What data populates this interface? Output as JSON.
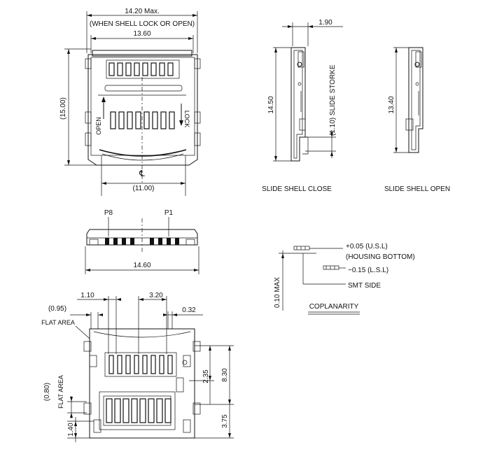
{
  "top_view": {
    "dim_max_width": "14.20 Max.",
    "dim_max_width_note": "(WHEN SHELL LOCK OR OPEN)",
    "dim_body_width": "13.60",
    "dim_height": "(15.00)",
    "dim_card_width": "(11.00)",
    "label_open": "OPEN",
    "label_lock": "LOCK",
    "centerline": "℄"
  },
  "front_view": {
    "label_p8": "P8",
    "label_p1": "P1",
    "dim_width": "14.60"
  },
  "side_close": {
    "dim_thickness": "1.90",
    "dim_height": "14.50",
    "dim_slide_stroke": "(1.10) SLIDE STORKE",
    "caption": "SLIDE SHELL CLOSE"
  },
  "side_open": {
    "dim_height": "13.40",
    "caption": "SLIDE SHELL OPEN"
  },
  "coplanarity": {
    "usl": "+0.05 (U.S.L)",
    "housing_bottom": "(HOUSING BOTTOM)",
    "lsl": "−0.15 (L.S.L)",
    "smt_side": "SMT SIDE",
    "dim_max": "0.10 MAX",
    "title": "COPLANARITY"
  },
  "footprint": {
    "dim_1_10": "1.10",
    "dim_3_20": "3.20",
    "dim_0_95": "(0.95)",
    "dim_0_32": "0.32",
    "flat_area_top": "FLAT AREA",
    "dim_0_80": "(0.80)",
    "flat_area_side": "FLAT AREA",
    "dim_1_40": "1.40",
    "dim_2_35": "2.35",
    "dim_8_30": "8.30",
    "dim_3_75": "3.75"
  }
}
